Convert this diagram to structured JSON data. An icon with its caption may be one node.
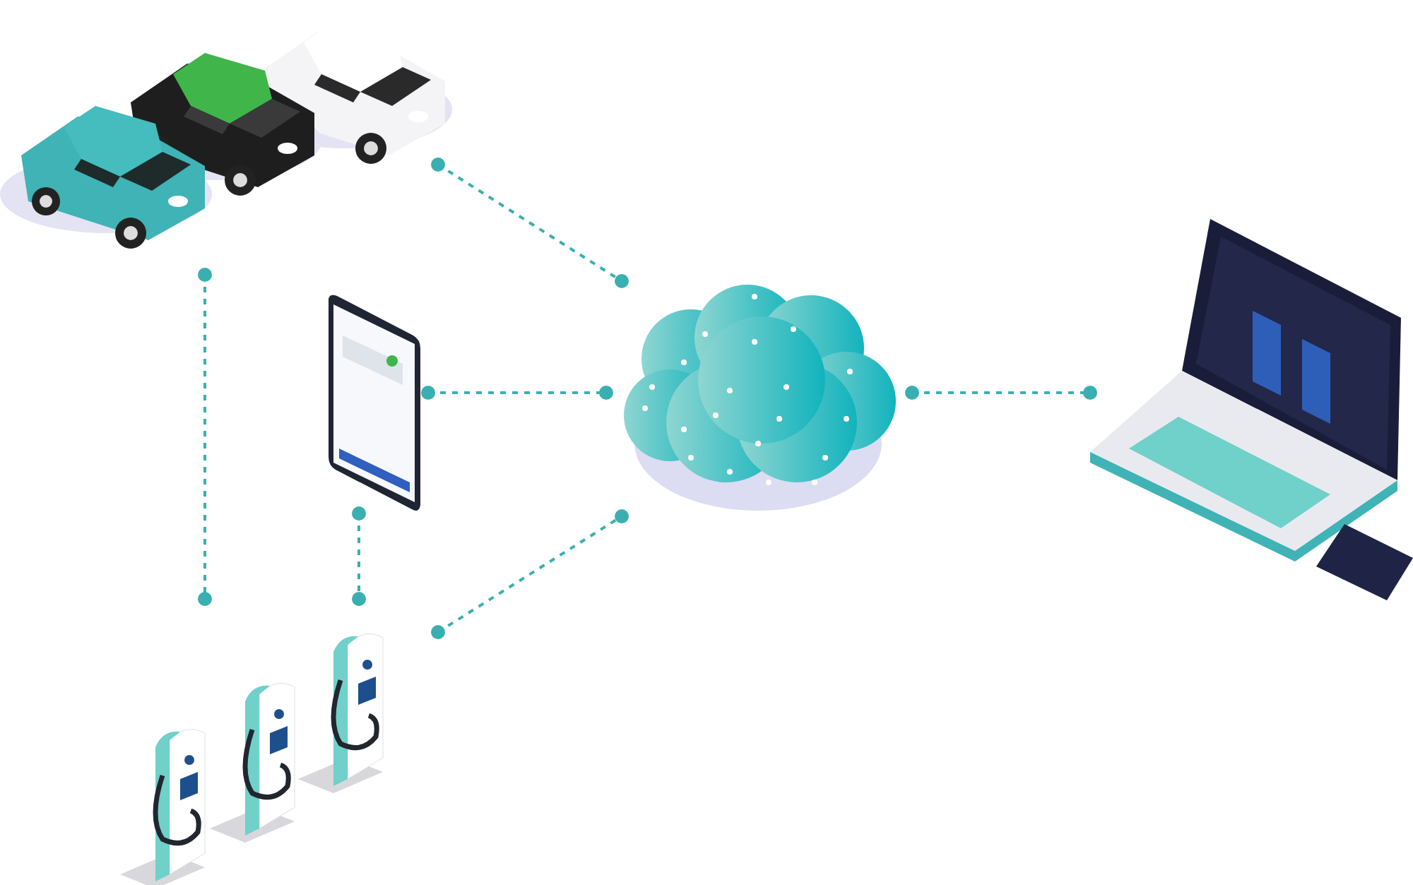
{
  "diagram": {
    "nodes": [
      {
        "text": [],
        "shape": "picture"
      },
      {
        "text": [],
        "shape": "picture"
      },
      {
        "text": [],
        "shape": "picture"
      },
      {
        "text": [],
        "shape": "picture"
      },
      {
        "text": [],
        "shape": "picture"
      }
    ],
    "edges": [
      {
        "from": 0,
        "to": 2,
        "arrow": "other",
        "style": "dashed"
      },
      {
        "from": 1,
        "to": 2,
        "arrow": "other",
        "style": "dashed"
      },
      {
        "from": 4,
        "to": 2,
        "arrow": "other",
        "style": "dashed"
      },
      {
        "from": 2,
        "to": 3,
        "arrow": "other",
        "style": "dashed"
      },
      {
        "from": 0,
        "to": 4,
        "arrow": "other",
        "style": "dashed"
      },
      {
        "from": 1,
        "to": 4,
        "arrow": "other",
        "style": "dashed"
      }
    ]
  }
}
